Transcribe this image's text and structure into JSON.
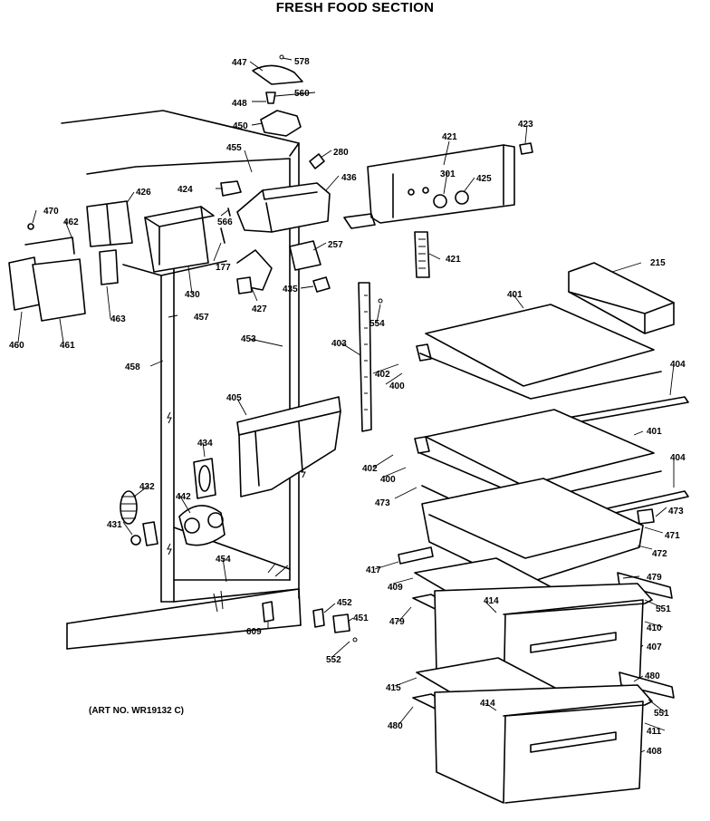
{
  "title": "FRESH FOOD SECTION",
  "art_number": "(ART NO. WR19132 C)",
  "callouts": [
    {
      "id": "c447",
      "label": "447"
    },
    {
      "id": "c578",
      "label": "578"
    },
    {
      "id": "c448",
      "label": "448"
    },
    {
      "id": "c560",
      "label": "560"
    },
    {
      "id": "c450",
      "label": "450"
    },
    {
      "id": "c455",
      "label": "455"
    },
    {
      "id": "c280",
      "label": "280"
    },
    {
      "id": "c436",
      "label": "436"
    },
    {
      "id": "c421a",
      "label": "421"
    },
    {
      "id": "c423",
      "label": "423"
    },
    {
      "id": "c301",
      "label": "301"
    },
    {
      "id": "c425",
      "label": "425"
    },
    {
      "id": "c470",
      "label": "470"
    },
    {
      "id": "c462",
      "label": "462"
    },
    {
      "id": "c426",
      "label": "426"
    },
    {
      "id": "c424",
      "label": "424"
    },
    {
      "id": "c566",
      "label": "566"
    },
    {
      "id": "c177",
      "label": "177"
    },
    {
      "id": "c257",
      "label": "257"
    },
    {
      "id": "c421b",
      "label": "421"
    },
    {
      "id": "c215",
      "label": "215"
    },
    {
      "id": "c460",
      "label": "460"
    },
    {
      "id": "c461",
      "label": "461"
    },
    {
      "id": "c463",
      "label": "463"
    },
    {
      "id": "c430",
      "label": "430"
    },
    {
      "id": "c427",
      "label": "427"
    },
    {
      "id": "c435",
      "label": "435"
    },
    {
      "id": "c554",
      "label": "554"
    },
    {
      "id": "c401a",
      "label": "401"
    },
    {
      "id": "c457",
      "label": "457"
    },
    {
      "id": "c458",
      "label": "458"
    },
    {
      "id": "c453",
      "label": "453"
    },
    {
      "id": "c403",
      "label": "403"
    },
    {
      "id": "c402a",
      "label": "402"
    },
    {
      "id": "c400a",
      "label": "400"
    },
    {
      "id": "c404a",
      "label": "404"
    },
    {
      "id": "c405",
      "label": "405"
    },
    {
      "id": "c401b",
      "label": "401"
    },
    {
      "id": "c434",
      "label": "434"
    },
    {
      "id": "c402b",
      "label": "402"
    },
    {
      "id": "c400b",
      "label": "400"
    },
    {
      "id": "c404b",
      "label": "404"
    },
    {
      "id": "c432",
      "label": "432"
    },
    {
      "id": "c442",
      "label": "442"
    },
    {
      "id": "c473a",
      "label": "473"
    },
    {
      "id": "c473b",
      "label": "473"
    },
    {
      "id": "c431",
      "label": "431"
    },
    {
      "id": "c471",
      "label": "471"
    },
    {
      "id": "c472",
      "label": "472"
    },
    {
      "id": "c454",
      "label": "454"
    },
    {
      "id": "c417",
      "label": "417"
    },
    {
      "id": "c479a",
      "label": "479"
    },
    {
      "id": "c409",
      "label": "409"
    },
    {
      "id": "c414a",
      "label": "414"
    },
    {
      "id": "c551a",
      "label": "551"
    },
    {
      "id": "c452",
      "label": "452"
    },
    {
      "id": "c451",
      "label": "451"
    },
    {
      "id": "c609",
      "label": "609"
    },
    {
      "id": "c479b",
      "label": "479"
    },
    {
      "id": "c410",
      "label": "410"
    },
    {
      "id": "c552",
      "label": "552"
    },
    {
      "id": "c407",
      "label": "407"
    },
    {
      "id": "c480a",
      "label": "480"
    },
    {
      "id": "c415",
      "label": "415"
    },
    {
      "id": "c414b",
      "label": "414"
    },
    {
      "id": "c551b",
      "label": "551"
    },
    {
      "id": "c480b",
      "label": "480"
    },
    {
      "id": "c411",
      "label": "411"
    },
    {
      "id": "c408",
      "label": "408"
    }
  ]
}
